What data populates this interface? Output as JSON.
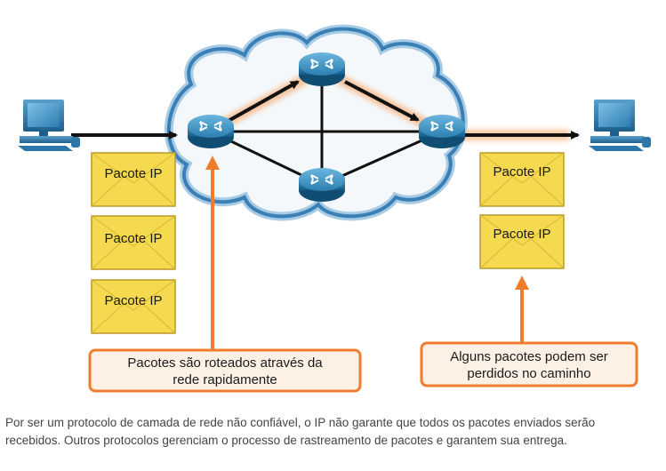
{
  "packets_left": [
    {
      "label": "Pacote IP"
    },
    {
      "label": "Pacote IP"
    },
    {
      "label": "Pacote IP"
    }
  ],
  "packets_right": [
    {
      "label": "Pacote IP"
    },
    {
      "label": "Pacote IP"
    }
  ],
  "callouts": {
    "left": {
      "line1": "Pacotes são roteados através da",
      "line2": "rede rapidamente"
    },
    "right": {
      "line1": "Alguns pacotes podem ser",
      "line2": "perdidos no caminho"
    }
  },
  "caption": {
    "line1": "Por ser um protocolo de camada de rede não confiável, o IP não garante que todos os pacotes enviados serão",
    "line2": "recebidos. Outros protocolos gerenciam o processo de rastreamento de pacotes e garantem sua entrega."
  },
  "icons": {
    "hosts": "desktop-computer-icon",
    "routers": "router-icon",
    "packets": "envelope-icon"
  },
  "colors": {
    "cloud_stroke": "#3a7fb5",
    "router": "#1f6f9c",
    "arrow_callout": "#f07d2d",
    "packet_fill": "#f5d94e",
    "packet_stroke": "#b89a2a",
    "link": "#111111"
  }
}
